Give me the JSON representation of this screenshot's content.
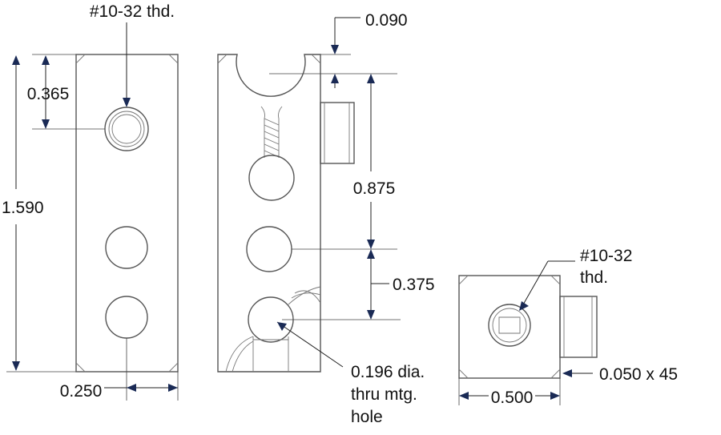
{
  "colors": {
    "part_outline": "#555555",
    "dimension_line": "#222222",
    "arrowhead": "#1a2a55",
    "background": "#ffffff"
  },
  "front_view": {
    "thread_callout": "#10-32 thd.",
    "dim_hole_offset": "0.365",
    "dim_height": "1.590",
    "dim_hole_center": "0.250"
  },
  "side_view": {
    "dim_top_offset": "0.090",
    "dim_spacing_upper": "0.875",
    "dim_spacing_lower": "0.375",
    "hole_callout": [
      "0.196 dia.",
      "thru mtg.",
      "hole"
    ]
  },
  "end_view": {
    "thread_callout": [
      "#10-32",
      "thd."
    ],
    "dim_chamfer": "0.050 x 45",
    "dim_width": "0.500"
  }
}
